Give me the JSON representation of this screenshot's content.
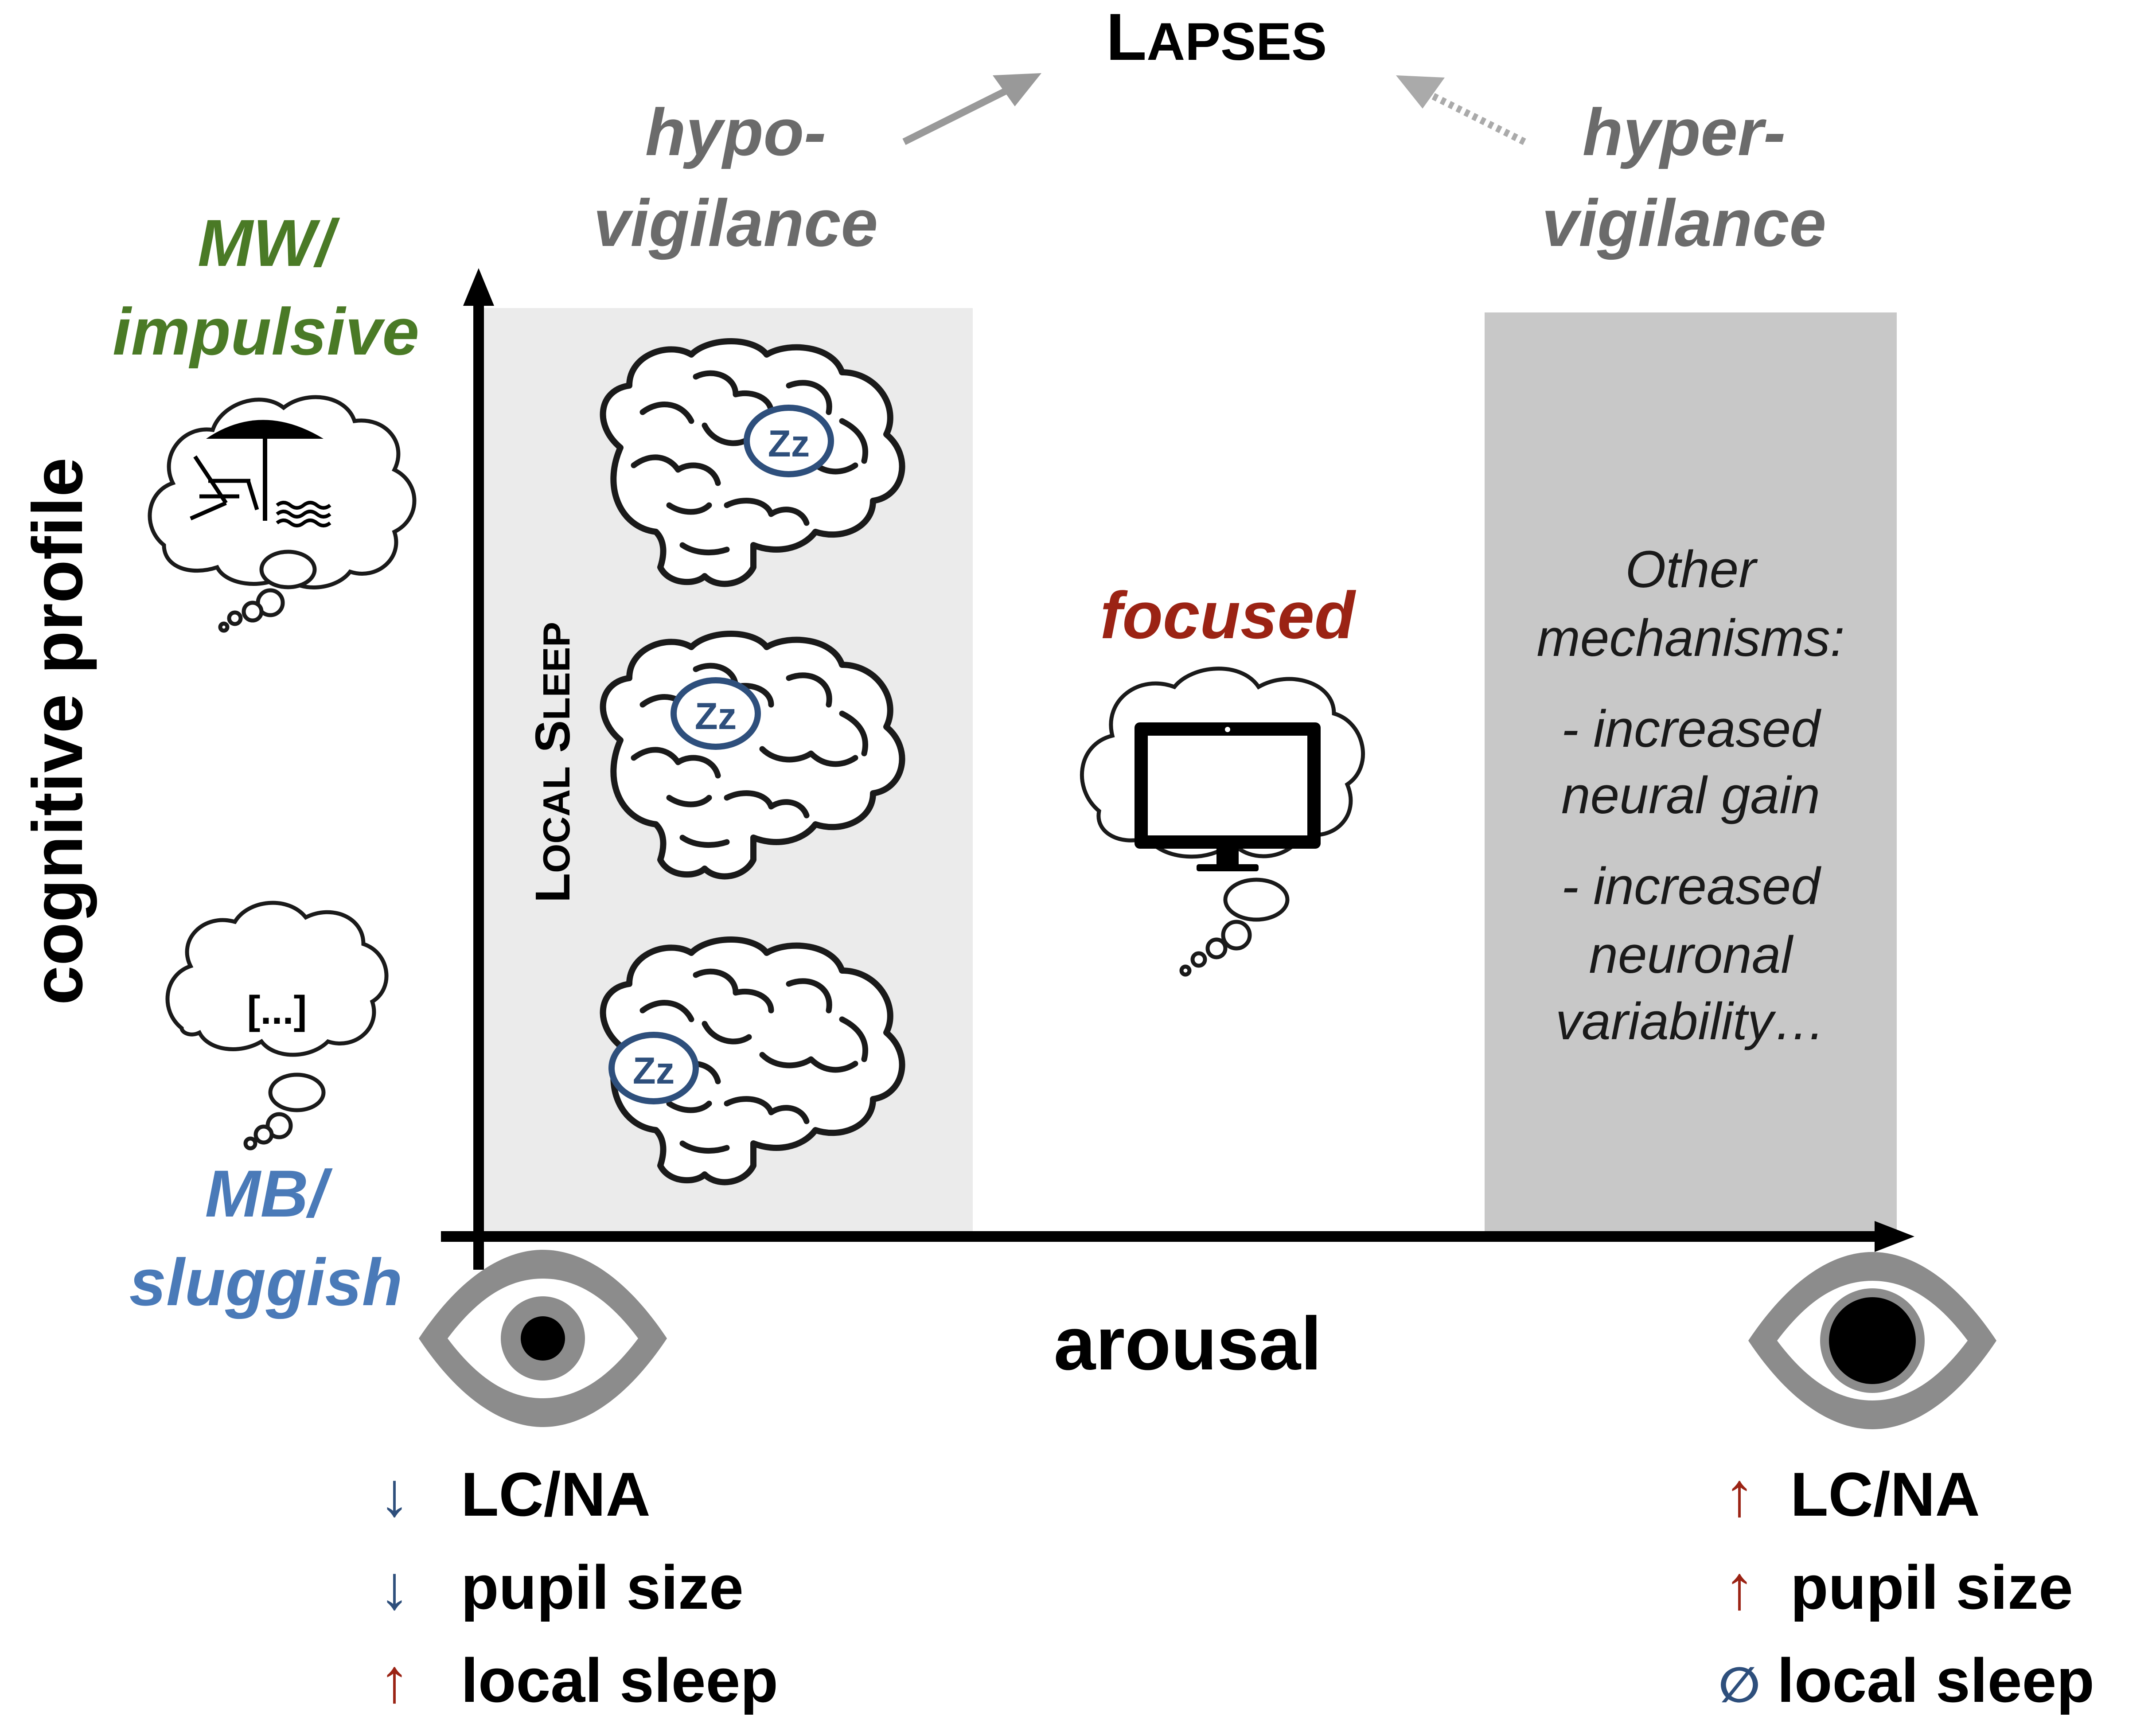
{
  "title": {
    "main_initial": "L",
    "main_rest": "APSES"
  },
  "top_labels": {
    "hypo_line1": "hypo-",
    "hypo_line2": "vigilance",
    "hyper_line1": "hyper-",
    "hyper_line2": "vigilance"
  },
  "y_axis": {
    "label": "cognitive profile",
    "top_label_line1": "MW/",
    "top_label_line2": "impulsive",
    "bottom_label_line1": "MB/",
    "bottom_label_line2": "sluggish",
    "bottom_thought": "[...]"
  },
  "x_axis": {
    "label": "arousal"
  },
  "local_sleep": {
    "initial1": "L",
    "rest1": "OCAL",
    "initial2": "S",
    "rest2": "LEEP",
    "zz": "Zz"
  },
  "center": {
    "label": "focused"
  },
  "right_panel": {
    "line1": "Other",
    "line2": "mechanisms:",
    "line3": "- increased",
    "line4": "neural gain",
    "line5": "- increased",
    "line6": "neuronal",
    "line7": "variability…"
  },
  "bottom_left": [
    {
      "arrow": "↓",
      "text": "LC/NA"
    },
    {
      "arrow": "↓",
      "text": "pupil size"
    },
    {
      "arrow": "↑",
      "text": "local sleep"
    }
  ],
  "bottom_right": [
    {
      "arrow": "↑",
      "text": "LC/NA"
    },
    {
      "arrow": "↑",
      "text": "pupil size"
    },
    {
      "arrow": "∅",
      "text": "local sleep"
    }
  ],
  "colors": {
    "green": "#4a7a26",
    "blue": "#4a7ab8",
    "dark_blue": "#2e4f7c",
    "red": "#9b2314",
    "grey_text": "#6b6b6b",
    "panel_light": "#ebebeb",
    "panel_dark": "#c8c8c8"
  },
  "icons": [
    "beach-umbrella-icon",
    "beach-chair-icon",
    "waves-icon",
    "monitor-icon",
    "eye-icon",
    "brain-icon",
    "thought-cloud-icon"
  ]
}
